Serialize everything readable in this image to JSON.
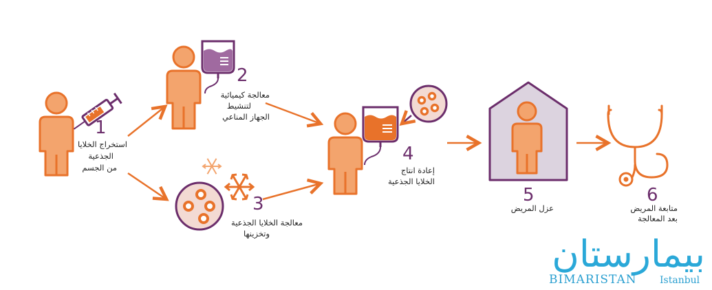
{
  "colors": {
    "orange": "#e8722a",
    "body_fill": "#f3a46d",
    "purple": "#6b2d6b",
    "house_fill": "#dcd3df",
    "snow_light": "#f3a46d",
    "brand_blue": "#2aa8d8"
  },
  "steps": [
    {
      "number": "1",
      "label_lines": [
        "استخراج الخلايا",
        "الجذعية",
        "من الجسم"
      ]
    },
    {
      "number": "2",
      "label_lines": [
        "معالجة كيميائية",
        "لتنشيط",
        "الجهاز المناعي"
      ]
    },
    {
      "number": "3",
      "label_lines": [
        "معالجة الخلايا الجذعية",
        "وتخزينها"
      ]
    },
    {
      "number": "4",
      "label_lines": [
        "إعادة انتاج",
        "الخلايا الجذعية"
      ]
    },
    {
      "number": "5",
      "label_lines": [
        "عزل المريض"
      ]
    },
    {
      "number": "6",
      "label_lines": [
        "متابعة المريض",
        "بعد المعالجة"
      ]
    }
  ],
  "logo": {
    "arabic": "بيمارستان",
    "latin": "BIMARISTAN",
    "city": "Istanbul"
  }
}
